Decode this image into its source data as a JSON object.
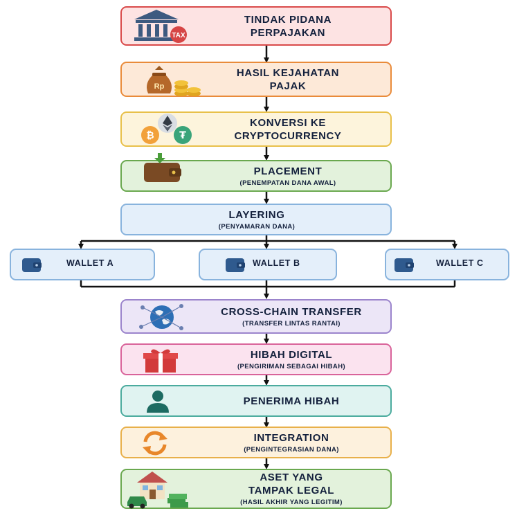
{
  "steps": [
    {
      "title": "TINDAK PIDANA",
      "title2": "PERPAJAKAN",
      "icon": "bank-tax-icon",
      "icon_text": "TAX",
      "fill": "#fde3e3",
      "border": "#d94a4a"
    },
    {
      "title": "HASIL KEJAHATAN",
      "title2": "PAJAK",
      "icon": "money-bag-coins-icon",
      "icon_text": "Rp",
      "fill": "#fde9d8",
      "border": "#e98b3a"
    },
    {
      "title": "KONVERSI KE",
      "title2": "CRYPTOCURRENCY",
      "icon": "crypto-coins-icon",
      "fill": "#fdf4dc",
      "border": "#e8c04a"
    },
    {
      "title": "PLACEMENT",
      "subtitle": "(PENEMPATAN DANA AWAL)",
      "icon": "wallet-deposit-icon",
      "fill": "#e3f2dc",
      "border": "#6aa84f"
    },
    {
      "title": "LAYERING",
      "subtitle": "(PENYAMARAN DANA)",
      "fill": "#e4effa",
      "border": "#88b3dd"
    },
    {
      "title": "CROSS-CHAIN TRANSFER",
      "subtitle": "(TRANSFER LINTAS RANTAI)",
      "icon": "globe-network-icon",
      "fill": "#ece6f7",
      "border": "#9b84cc"
    },
    {
      "title": "HIBAH DIGITAL",
      "subtitle": "(PENGIRIMAN SEBAGAI HIBAH)",
      "icon": "gift-icon",
      "fill": "#fbe3ef",
      "border": "#d9639a"
    },
    {
      "title": "PENERIMA HIBAH",
      "icon": "person-icon",
      "fill": "#e0f3f1",
      "border": "#4bab9e"
    },
    {
      "title": "INTEGRATION",
      "subtitle": "(PENGINTEGRASIAN DANA)",
      "icon": "refresh-cycle-icon",
      "fill": "#fdf1dd",
      "border": "#e8b04a"
    },
    {
      "title": "ASET YANG",
      "title2": "TAMPAK LEGAL",
      "subtitle": "(HASIL AKHIR YANG LEGITIM)",
      "icon": "house-car-money-icon",
      "fill": "#e3f2dc",
      "border": "#6aa84f"
    }
  ],
  "wallets": [
    {
      "label": "WALLET A"
    },
    {
      "label": "WALLET B"
    },
    {
      "label": "WALLET C"
    }
  ],
  "colors": {
    "arrow": "#111111",
    "wallet_fill": "#e4effa",
    "wallet_border": "#88b3dd",
    "wallet_icon": "#2f5a8e",
    "text": "#14213d"
  }
}
